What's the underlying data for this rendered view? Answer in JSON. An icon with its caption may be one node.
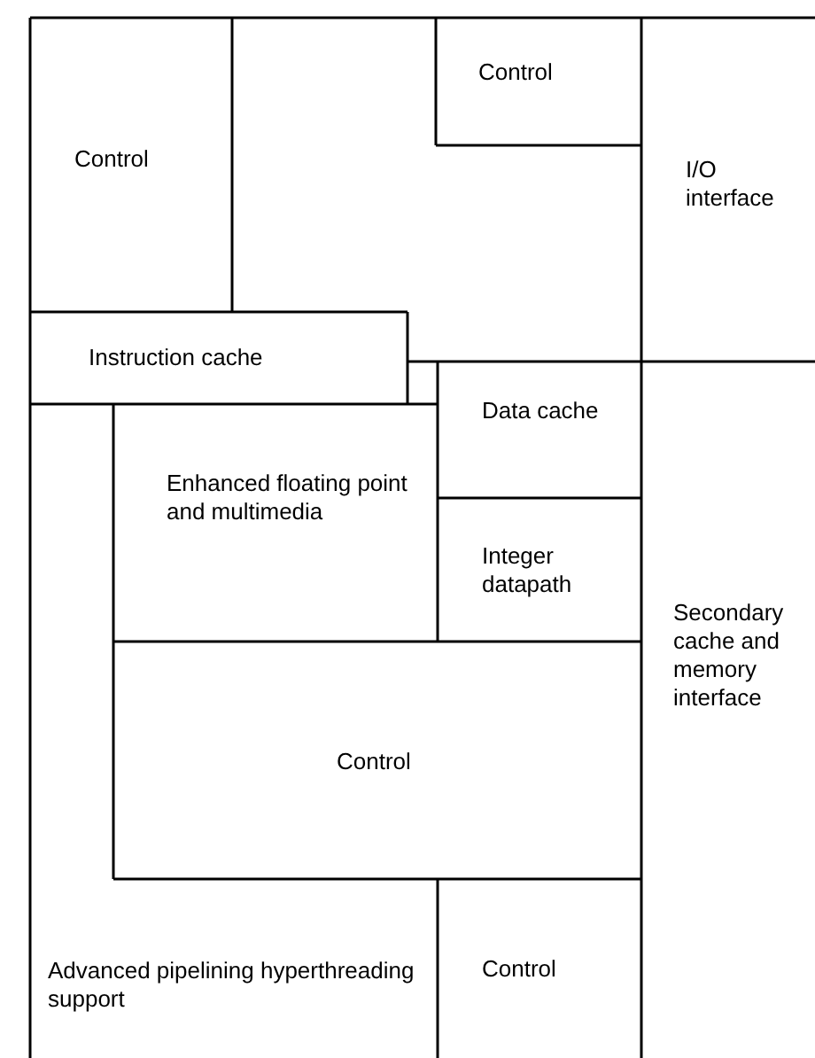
{
  "diagram": {
    "nodes": [
      {
        "text": [
          "Control"
        ]
      },
      {
        "text": [
          "Control"
        ]
      },
      {
        "text": [
          "I/O interface"
        ]
      },
      {
        "text": [
          "Instruction cache"
        ]
      },
      {
        "text": [
          "Data cache"
        ]
      },
      {
        "text": [
          "Enhanced floating point and multimedia"
        ]
      },
      {
        "text": [
          "Integer datapath"
        ]
      },
      {
        "text": [
          "Secondary cache and memory interface"
        ]
      },
      {
        "text": [
          "Control"
        ]
      },
      {
        "text": [
          "Advanced pipelining hyperthreading support"
        ]
      },
      {
        "text": [
          "Control"
        ]
      }
    ]
  }
}
